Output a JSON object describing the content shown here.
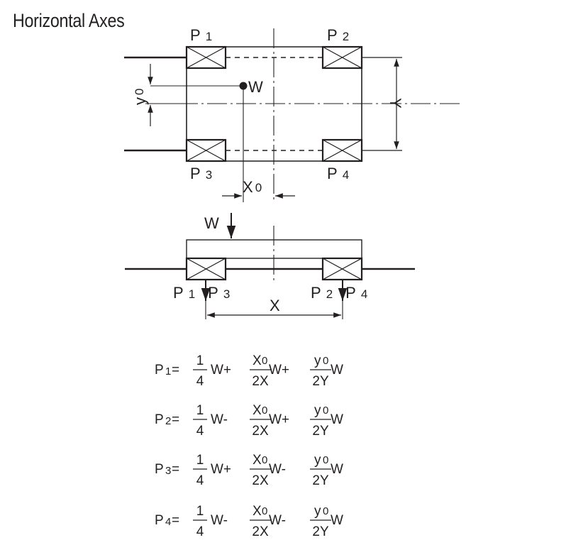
{
  "title": "Horizontal Axes",
  "top_view": {
    "bearings": [
      {
        "label": "P",
        "index": "1"
      },
      {
        "label": "P",
        "index": "2"
      },
      {
        "label": "P",
        "index": "3"
      },
      {
        "label": "P",
        "index": "4"
      }
    ],
    "load": "W",
    "offset_y": {
      "main": "y",
      "sub": "0"
    },
    "offset_x": {
      "main": "X",
      "sub": "0"
    },
    "span": "Y"
  },
  "side_view": {
    "load": "W",
    "left": {
      "a": "P",
      "a_idx": "1",
      "b": "P",
      "b_idx": "3"
    },
    "right": {
      "a": "P",
      "a_idx": "2",
      "b": "P",
      "b_idx": "4"
    },
    "span": "X"
  },
  "equations": [
    {
      "lhs": "P",
      "lhs_sub": "1",
      "eq": "=",
      "frac_num": "1",
      "frac_den": "4",
      "op1": "W+",
      "x_num": "X",
      "x_num_sub": "0",
      "x_den": "2X",
      "op2": "W+",
      "y_num": "y",
      "y_num_sub": "0",
      "y_den": "2Y",
      "tail": "W"
    },
    {
      "lhs": "P",
      "lhs_sub": "2",
      "eq": "=",
      "frac_num": "1",
      "frac_den": "4",
      "op1": "W-",
      "x_num": "X",
      "x_num_sub": "0",
      "x_den": "2X",
      "op2": "W+",
      "y_num": "y",
      "y_num_sub": "0",
      "y_den": "2Y",
      "tail": "W"
    },
    {
      "lhs": "P",
      "lhs_sub": "3",
      "eq": "=",
      "frac_num": "1",
      "frac_den": "4",
      "op1": "W+",
      "x_num": "X",
      "x_num_sub": "0",
      "x_den": "2X",
      "op2": "W-",
      "y_num": "y",
      "y_num_sub": "0",
      "y_den": "2Y",
      "tail": "W"
    },
    {
      "lhs": "P",
      "lhs_sub": "4",
      "eq": "=",
      "frac_num": "1",
      "frac_den": "4",
      "op1": "W-",
      "x_num": "X",
      "x_num_sub": "0",
      "x_den": "2X",
      "op2": "W-",
      "y_num": "y",
      "y_num_sub": "0",
      "y_den": "2Y",
      "tail": "W"
    }
  ]
}
